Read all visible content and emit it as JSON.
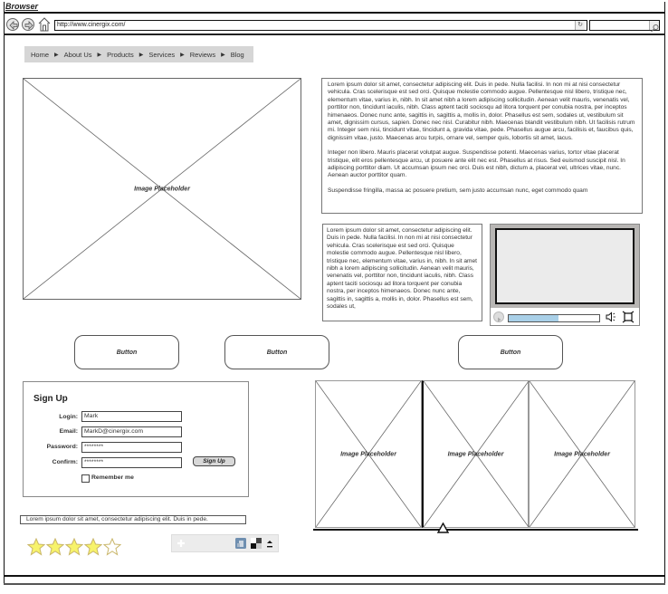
{
  "window": {
    "title": "Browser"
  },
  "toolbar": {
    "url": "http://www.cinergix.com/",
    "reload_icon": "reload-icon",
    "search_value": "",
    "search_icon": "search-icon"
  },
  "nav": {
    "items": [
      {
        "label": "Home"
      },
      {
        "label": "About Us"
      },
      {
        "label": "Products"
      },
      {
        "label": "Services"
      },
      {
        "label": "Reviews"
      },
      {
        "label": "Blog"
      }
    ],
    "separator": "▶"
  },
  "hero_image": {
    "label": "Image Placeholder"
  },
  "text_panel_main": {
    "paragraphs": [
      "Lorem ipsum dolor sit amet, consectetur adipiscing elit. Duis in pede. Nulla facilisi. In non mi at nisi consectetur vehicula. Cras scelerisque est sed orci. Quisque molestie commodo augue. Pellentesque nisl libero, tristique nec, elementum vitae, varius in, nibh. In sit amet nibh a lorem adipiscing sollicitudin. Aenean velit mauris, venenatis vel, porttitor non, tincidunt iaculis, nibh. Class aptent taciti sociosqu ad litora torquent per conubia nostra, per inceptos himenaeos. Donec nunc ante, sagittis in, sagittis a, mollis in, dolor. Phasellus est sem, sodales ut, vestibulum sit amet, dignissim cursus, sapien. Donec nec nisl. Curabitur nibh. Maecenas blandit vestibulum nibh. Ut facilisis rutrum mi. Integer sem nisi, tincidunt vitae, tincidunt a, gravida vitae, pede. Phasellus augue arcu, facilisis et, faucibus quis, dignissim vitae, justo. Maecenas arcu turpis, ornare vel, semper quis, lobortis sit amet, lacus.",
      " Integer non libero. Mauris placerat volutpat augue. Suspendisse potenti. Maecenas varius, tortor vitae placerat tristique, elit eros pellentesque arcu, ut posuere ante elit nec est. Phasellus at risus. Sed euismod suscipit nisl. In adipiscing porttitor diam. Ut accumsan ipsum nec orci. Duis est nibh, dictum a, placerat vel, ultrices vitae, nunc. Aenean auctor porttitor quam.",
      " Suspendisse fringilla, massa ac posuere pretium, sem justo accumsan nunc, eget commodo quam"
    ]
  },
  "text_panel_small": {
    "text": "Lorem ipsum dolor sit amet, consectetur adipiscing elit. Duis in pede. Nulla facilisi. In non mi at nisi consectetur vehicula. Cras scelerisque est sed orci. Quisque molestie commodo augue. Pellentesque nisl libero, tristique nec, elementum vitae, varius in, nibh. In sit amet nibh a lorem adipiscing sollicitudin. Aenean velit mauris, venenatis vel, porttitor non, tincidunt iaculis, nibh. Class aptent taciti sociosqu ad litora torquent per conubia nostra, per inceptos himenaeos. Donec nunc ante, sagittis in, sagittis a, mollis in, dolor. Phasellus est sem, sodales ut,"
  },
  "video": {
    "progress_percent": 55,
    "play_icon": "play-icon",
    "volume_icon": "volume-icon",
    "fullscreen_icon": "fullscreen-icon"
  },
  "buttons": [
    {
      "label": "Button"
    },
    {
      "label": "Button"
    },
    {
      "label": "Button"
    }
  ],
  "signup": {
    "title": "Sign Up",
    "fields": [
      {
        "label": "Login:",
        "value": "Mark"
      },
      {
        "label": "Email:",
        "value": "MarkD@cinergix.com"
      },
      {
        "label": "Password:",
        "value": "********"
      },
      {
        "label": "Confirm:",
        "value": "********"
      }
    ],
    "submit_label": "Sign Up",
    "remember_label": "Remember me",
    "remember_checked": false
  },
  "lorem_line": {
    "text": "Lorem ipsum dolor sit amet, consectetur adipiscing elit. Duis in pede."
  },
  "rating": {
    "value": 4,
    "max": 5,
    "filled_color": "#f7f36b",
    "stroke_color": "#c9b66a"
  },
  "carousel": {
    "items": [
      {
        "label": "Image Placeholder"
      },
      {
        "label": "Image Placeholder"
      },
      {
        "label": "Image Placeholder"
      }
    ]
  }
}
